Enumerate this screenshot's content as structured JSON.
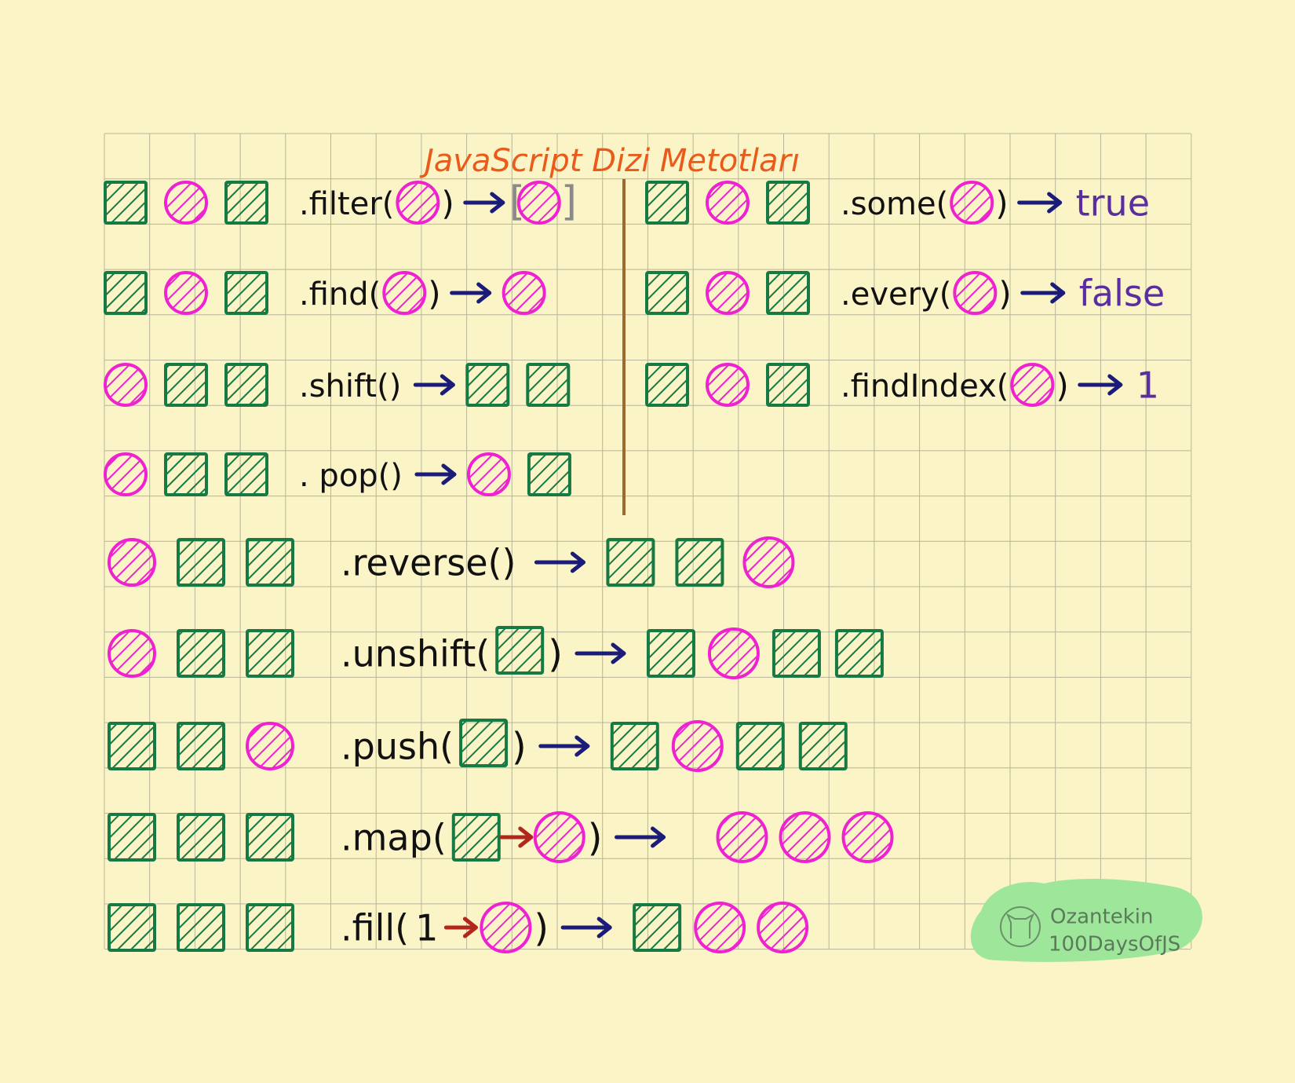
{
  "title": "JavaScript Dizi Metotları",
  "colors": {
    "paper": "#fbf4c6",
    "grid": "#b8b59a",
    "square": "#177a44",
    "circle": "#ee22d0",
    "arrow": "#1b1b7a",
    "red_arrow": "#b2271c",
    "title": "#ea5b1b",
    "result_text": "#5a2ea0",
    "divider": "#9c6a2e",
    "ink": "#111111",
    "bracket": "#8a8a8a",
    "badge": "#9ee79a"
  },
  "left_methods": [
    {
      "input": [
        "square",
        "circle",
        "square"
      ],
      "method": ".filter(",
      "arg": [
        "circle"
      ],
      "close": ")",
      "result": [
        "circle"
      ],
      "result_bracketed": true
    },
    {
      "input": [
        "square",
        "circle",
        "square"
      ],
      "method": ".find(",
      "arg": [
        "circle"
      ],
      "close": ")",
      "result": [
        "circle"
      ]
    },
    {
      "input": [
        "circle",
        "square",
        "square"
      ],
      "method": ".shift()",
      "arg": [],
      "close": "",
      "result": [
        "square",
        "square"
      ]
    },
    {
      "input": [
        "circle",
        "square",
        "square"
      ],
      "method": ". pop()",
      "arg": [],
      "close": "",
      "result": [
        "circle",
        "square"
      ]
    }
  ],
  "right_methods": [
    {
      "input": [
        "square",
        "circle",
        "square"
      ],
      "method": ".some(",
      "arg": [
        "circle"
      ],
      "close": ")",
      "result_text": "true"
    },
    {
      "input": [
        "square",
        "circle",
        "square"
      ],
      "method": ".every(",
      "arg": [
        "circle"
      ],
      "close": ")",
      "result_text": "false"
    },
    {
      "input": [
        "square",
        "circle",
        "square"
      ],
      "method": ".findIndex(",
      "arg": [
        "circle"
      ],
      "close": ")",
      "result_text": "1"
    }
  ],
  "bottom_methods": [
    {
      "input": [
        "circle",
        "square",
        "square"
      ],
      "method": ".reverse()",
      "result": [
        "square",
        "square",
        "circle"
      ]
    },
    {
      "input": [
        "circle",
        "square",
        "square"
      ],
      "method": ".unshift(",
      "arg": "square",
      "close": ")",
      "result": [
        "square",
        "circle",
        "square",
        "square"
      ]
    },
    {
      "input": [
        "square",
        "square",
        "circle"
      ],
      "method": ".push(",
      "arg": "square",
      "close": ")",
      "result": [
        "square",
        "circle",
        "square",
        "square"
      ]
    },
    {
      "input": [
        "square",
        "square",
        "square"
      ],
      "method": ".map(",
      "arg": "square→circle",
      "close": ")",
      "result": [
        "circle",
        "circle",
        "circle"
      ]
    },
    {
      "input": [
        "square",
        "square",
        "square"
      ],
      "method": ".fill(",
      "arg": "1→circle",
      "fill_prefix": "1",
      "close": ")",
      "result": [
        "square",
        "circle",
        "circle"
      ]
    }
  ],
  "signature": {
    "name": "Ozantekin",
    "tag": "100DaysOfJS"
  },
  "icons": {
    "arrow": "right-arrow-icon",
    "square": "green-square-icon",
    "circle": "pink-circle-icon",
    "github": "github-octocat-icon"
  }
}
